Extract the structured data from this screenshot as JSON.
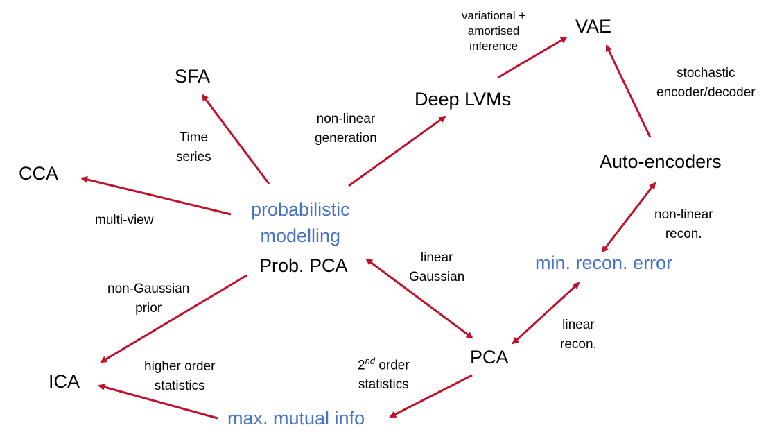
{
  "colors": {
    "arrow": "#c0102a",
    "concept_text": "#4472c4",
    "node_text": "#000000"
  },
  "nodes": {
    "vae": "VAE",
    "sfa": "SFA",
    "deep_lvms": "Deep LVMs",
    "cca": "CCA",
    "auto_encoders": "Auto-encoders",
    "prob_pca": "Prob. PCA",
    "pca": "PCA",
    "ica": "ICA"
  },
  "concepts": {
    "probabilistic_modelling": [
      "probabilistic",
      "modelling"
    ],
    "min_recon_error": "min. recon. error",
    "max_mutual_info": "max. mutual info"
  },
  "edge_labels": {
    "variational": [
      "variational +",
      "amortised",
      "inference"
    ],
    "stochastic": [
      "stochastic",
      "encoder/decoder"
    ],
    "non_linear_generation": [
      "non-linear",
      "generation"
    ],
    "time_series": [
      "Time",
      "series"
    ],
    "multi_view": "multi-view",
    "non_linear_recon": [
      "non-linear",
      "recon."
    ],
    "linear_gaussian": [
      "linear",
      "Gaussian"
    ],
    "non_gaussian_prior": [
      "non-Gaussian",
      "prior"
    ],
    "linear_recon": [
      "linear",
      "recon."
    ],
    "higher_order": [
      "higher order",
      "statistics"
    ],
    "second_order": {
      "number": "2",
      "superscript": "nd",
      "rest": "order",
      "line2": "statistics"
    }
  }
}
